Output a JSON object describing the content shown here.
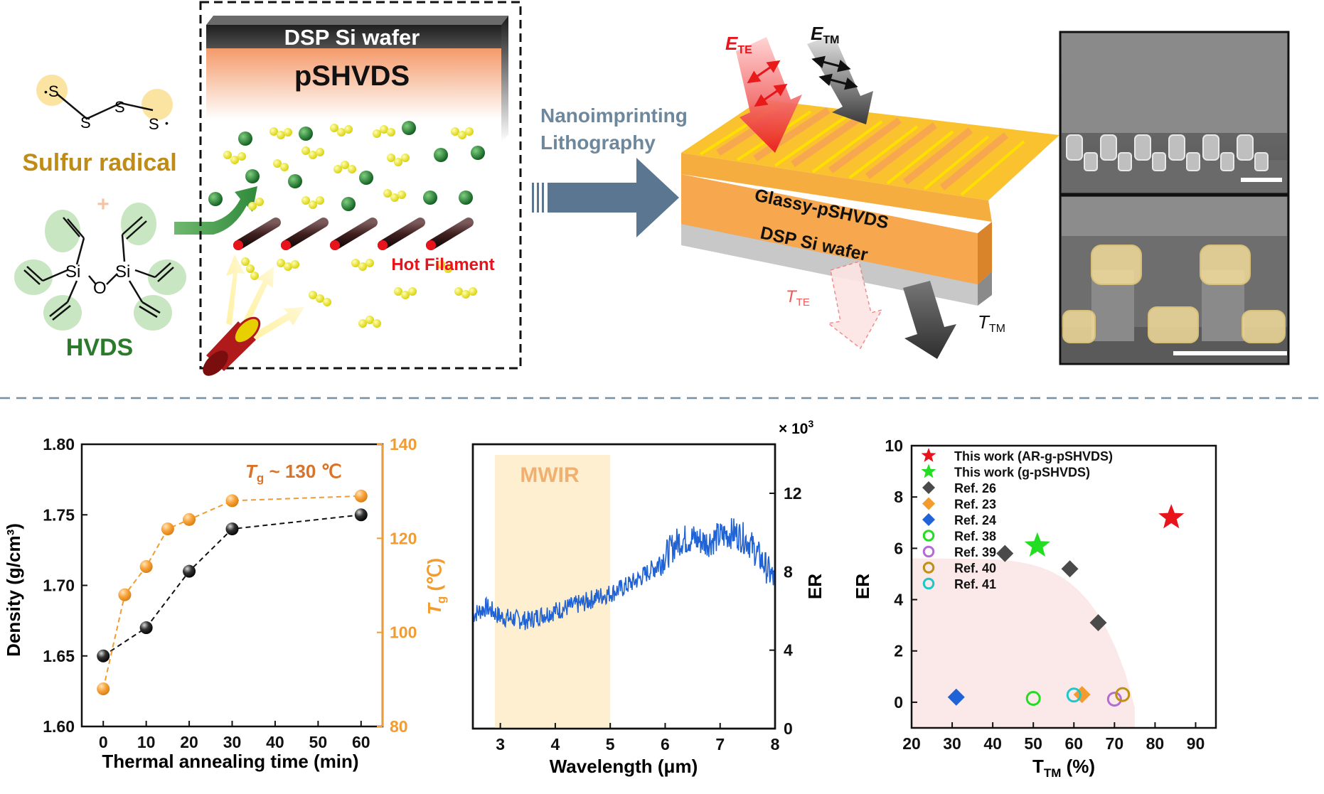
{
  "top": {
    "chem": {
      "s_atom": "S",
      "radical_dot": "•",
      "sulfur_radical_label": "Sulfur radical",
      "plus": "+",
      "si_atom": "Si",
      "o_atom": "O",
      "hvds_label": "HVDS"
    },
    "deposition": {
      "wafer_label": "DSP Si wafer",
      "film_label": "pSHVDS",
      "filament_label": "Hot Filament"
    },
    "process": {
      "line1": "Nanoimprinting",
      "line2": "Lithography"
    },
    "device": {
      "glassy_label": "Glassy-pSHVDS",
      "wafer_label": "DSP Si wafer",
      "e_te": {
        "main": "E",
        "sub": "TE"
      },
      "e_tm": {
        "main": "E",
        "sub": "TM"
      },
      "t_te": {
        "main": "T",
        "sub": "TE"
      },
      "t_tm": {
        "main": "T",
        "sub": "TM"
      }
    }
  },
  "colors": {
    "sulfur": "#e8e000",
    "vinyl_green": "#1a6e1a",
    "gold": "#f5c400",
    "film_peach": "#f6b98f",
    "arrow_steel": "#5a7690",
    "red": "#e8141c",
    "orange": "#f39b2e",
    "blue": "#1f63d6"
  },
  "chart_data": [
    {
      "type": "scatter",
      "x_label": "Thermal annealing time (min)",
      "y_label": "Density (g/cm³)",
      "y2_label": {
        "main": "T",
        "sub": "g",
        "unit": " (℃)"
      },
      "annotation": {
        "main": "T",
        "sub": "g",
        "rest": " ~ 130 ℃"
      },
      "xlim": [
        -5,
        65
      ],
      "ylim": [
        1.6,
        1.8
      ],
      "y2lim": [
        80,
        140
      ],
      "x_ticks": [
        "0",
        "10",
        "20",
        "30",
        "40",
        "50",
        "60"
      ],
      "y_ticks": [
        "1.60",
        "1.65",
        "1.70",
        "1.75",
        "1.80"
      ],
      "y2_ticks": [
        "80",
        "100",
        "120",
        "140"
      ],
      "series": [
        {
          "axis": "left",
          "color": "black",
          "x": [
            0,
            10,
            20,
            30,
            60
          ],
          "values": [
            1.65,
            1.67,
            1.71,
            1.74,
            1.75
          ]
        },
        {
          "axis": "right",
          "color": "orange",
          "x": [
            0,
            5,
            10,
            15,
            20,
            30,
            60
          ],
          "values": [
            88,
            108,
            114,
            122,
            124,
            128,
            129
          ]
        }
      ]
    },
    {
      "type": "line",
      "x_label": "Wavelength (μm)",
      "y_label": "ER",
      "multiplier": {
        "prefix": "× 10",
        "exp": "3"
      },
      "band_label": "MWIR",
      "band_range": [
        2.9,
        5.0
      ],
      "xlim": [
        2.5,
        8
      ],
      "ylim": [
        0,
        14.5
      ],
      "x_ticks": [
        "3",
        "4",
        "5",
        "6",
        "7",
        "8"
      ],
      "y_ticks": [
        "0",
        "4",
        "8",
        "12"
      ],
      "series": [
        {
          "color": "blue",
          "x": [
            2.5,
            2.75,
            3.0,
            3.25,
            3.5,
            3.75,
            4.0,
            4.25,
            4.5,
            4.75,
            5.0,
            5.25,
            5.5,
            5.75,
            6.0,
            6.25,
            6.5,
            6.75,
            7.0,
            7.25,
            7.5,
            7.75,
            8.0
          ],
          "values": [
            5.8,
            6.2,
            5.7,
            5.6,
            5.5,
            5.8,
            6.0,
            6.2,
            6.4,
            6.7,
            6.9,
            7.2,
            7.6,
            8.1,
            8.8,
            9.6,
            9.7,
            9.5,
            9.8,
            10.0,
            9.6,
            8.6,
            7.5
          ],
          "noise": 0.5
        }
      ]
    },
    {
      "type": "scatter",
      "x_label": {
        "main": "T",
        "sub": "TM",
        "unit": " (%)"
      },
      "y_label": "ER",
      "xlim": [
        20,
        95
      ],
      "ylim": [
        -1,
        10
      ],
      "x_ticks": [
        "20",
        "30",
        "40",
        "50",
        "60",
        "70",
        "80",
        "90"
      ],
      "y_ticks": [
        "0",
        "2",
        "4",
        "6",
        "8",
        "10"
      ],
      "legend": [
        {
          "label": "This work (AR-g-pSHVDS)",
          "marker": "star",
          "color": "red"
        },
        {
          "label": "This work (g-pSHVDS)",
          "marker": "star",
          "color": "green"
        },
        {
          "label": "Ref. 26",
          "marker": "diamond",
          "color": "dimgray"
        },
        {
          "label": "Ref. 23",
          "marker": "diamond",
          "color": "orange"
        },
        {
          "label": "Ref. 24",
          "marker": "diamond",
          "color": "blue"
        },
        {
          "label": "Ref. 38",
          "marker": "circle",
          "color": "green"
        },
        {
          "label": "Ref. 39",
          "marker": "circle",
          "color": "violet"
        },
        {
          "label": "Ref. 40",
          "marker": "circle",
          "color": "olive"
        },
        {
          "label": "Ref. 41",
          "marker": "circle",
          "color": "cyan"
        }
      ],
      "points": [
        {
          "series": 0,
          "x": 84,
          "y": 7.2
        },
        {
          "series": 1,
          "x": 51,
          "y": 6.1
        },
        {
          "series": 2,
          "x": 43,
          "y": 5.8
        },
        {
          "series": 2,
          "x": 59,
          "y": 5.2
        },
        {
          "series": 2,
          "x": 66,
          "y": 3.1
        },
        {
          "series": 3,
          "x": 62,
          "y": 0.3
        },
        {
          "series": 4,
          "x": 31,
          "y": 0.2
        },
        {
          "series": 5,
          "x": 50,
          "y": 0.15
        },
        {
          "series": 6,
          "x": 70,
          "y": 0.12
        },
        {
          "series": 7,
          "x": 72,
          "y": 0.3
        },
        {
          "series": 8,
          "x": 60,
          "y": 0.28
        }
      ],
      "region_color": "#fbe8e8"
    }
  ]
}
